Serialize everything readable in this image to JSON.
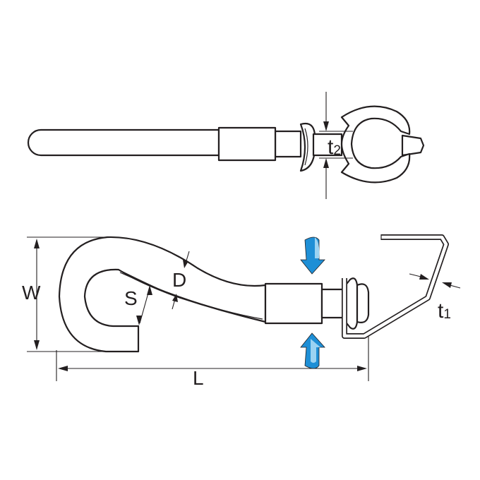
{
  "labels": {
    "t2_main": "t",
    "t2_sub": "2",
    "W": "W",
    "S": "S",
    "D": "D",
    "L": "L",
    "t1_main": "t",
    "t1_sub": "1"
  },
  "colors": {
    "line": "#231f20",
    "arrow_blue": "#1e8fd6",
    "arrow_light": "#9bd3f2"
  }
}
